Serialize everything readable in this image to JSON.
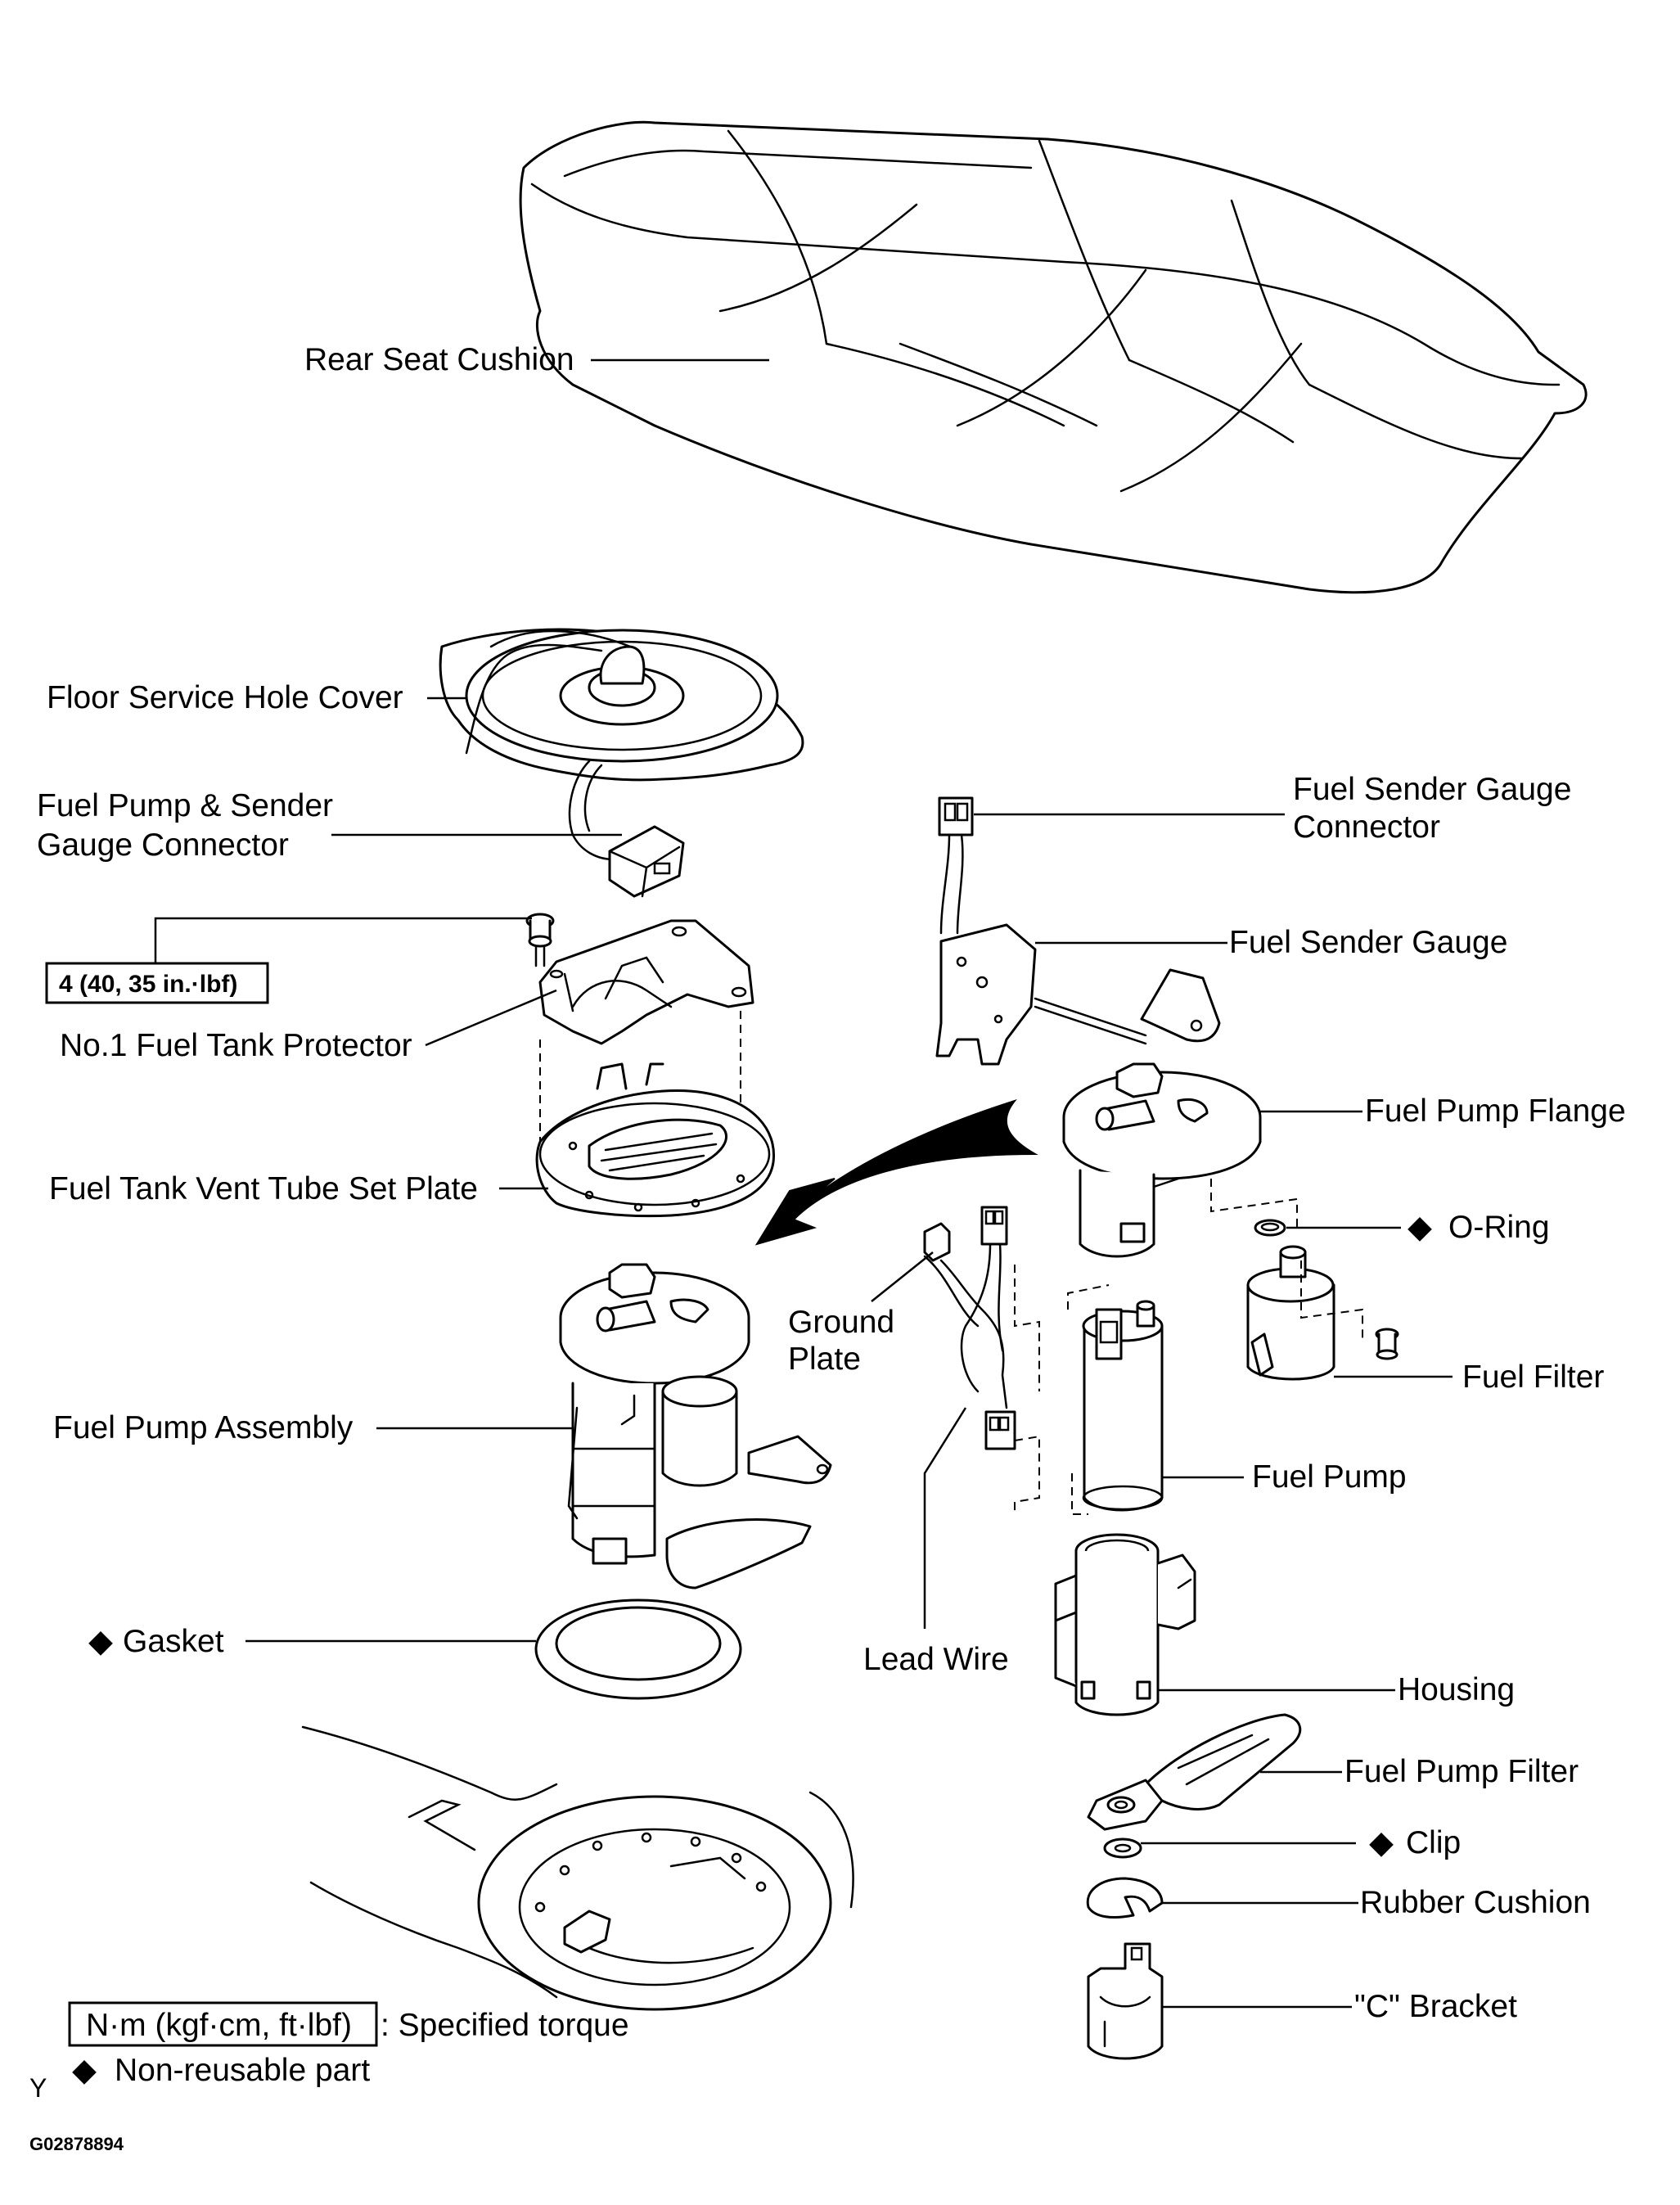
{
  "labels": {
    "rear_seat_cushion": "Rear Seat Cushion",
    "floor_service_hole_cover": "Floor Service Hole Cover",
    "fuel_pump_sender_gauge_connector_1": "Fuel Pump & Sender",
    "fuel_pump_sender_gauge_connector_2": "Gauge Connector",
    "torque_value": "4 (40, 35 in.·lbf)",
    "no1_fuel_tank_protector": "No.1 Fuel Tank Protector",
    "fuel_tank_vent_tube_set_plate": "Fuel Tank Vent Tube Set Plate",
    "fuel_pump_assembly": "Fuel Pump Assembly",
    "gasket": "Gasket",
    "fuel_sender_gauge_connector_1": "Fuel Sender Gauge",
    "fuel_sender_gauge_connector_2": "Connector",
    "fuel_sender_gauge": "Fuel Sender Gauge",
    "fuel_pump_flange": "Fuel Pump Flange",
    "o_ring": "O-Ring",
    "ground_plate_1": "Ground",
    "ground_plate_2": "Plate",
    "fuel_filter": "Fuel Filter",
    "fuel_pump": "Fuel Pump",
    "lead_wire": "Lead Wire",
    "housing": "Housing",
    "fuel_pump_filter": "Fuel Pump Filter",
    "clip": "Clip",
    "rubber_cushion": "Rubber Cushion",
    "c_bracket": "\"C\" Bracket"
  },
  "legend": {
    "torque_unit": "N·m (kgf·cm, ft·lbf)",
    "torque_desc": ": Specified torque",
    "non_reusable_desc": "Non-reusable part",
    "non_reusable_symbol": "◆"
  },
  "footer": {
    "corner_mark": "Y",
    "figure_code": "G02878894"
  }
}
